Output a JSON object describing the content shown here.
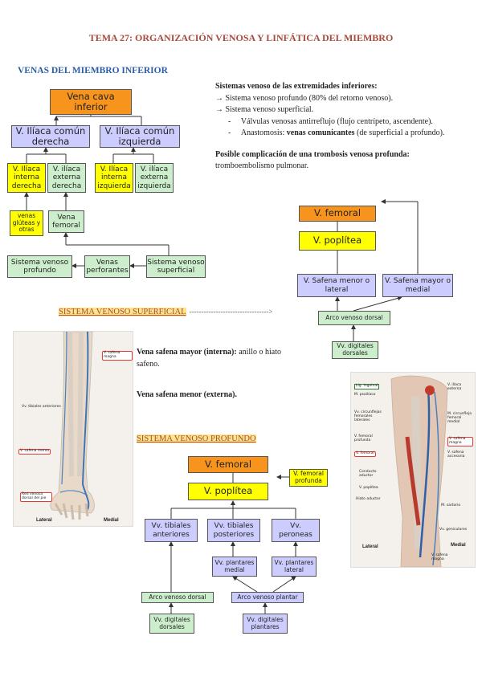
{
  "header": {
    "title": "TEMA 27: ORGANIZACIÓN VENOSA Y LINFÁTICA DEL MIEMBRO",
    "section": "VENAS DEL MIEMBRO INFERIOR"
  },
  "diagram1": {
    "vena_cava": "Vena cava inferior",
    "iliaca_der": "V. Ilíaca común derecha",
    "iliaca_izq": "V. Ilíaca común izquierda",
    "int_der": "V. Ilíaca interna derecha",
    "ext_der": "V. ilíaca externa derecha",
    "int_izq": "V. Ilíaca interna izquierda",
    "ext_izq": "V. ilíaca externa izquierda",
    "gluteas": "venas glúteas y otras",
    "femoral": "Vena femoral",
    "profundo": "Sistema venoso profundo",
    "perforantes": "Venas perforantes",
    "superficial": "Sistema venoso superficial"
  },
  "text": {
    "heading": "Sistemas venoso de las extremidades inferiores:",
    "b1": "→ Sistema venoso profundo (80% del retorno venoso).",
    "b2": "→ Sistema venoso superficial.",
    "d1": "Válvulas venosas antirreflujo (flujo centrípeto, ascendente).",
    "d2_pre": "Anastomosis: ",
    "d2_bold": "venas comunicantes",
    "d2_post": " (de superficial a profundo).",
    "comp_bold": "Posible complicación de una trombosis venosa profunda:",
    "comp": "tromboembolismo pulmonar."
  },
  "diagram2": {
    "femoral": "V. femoral",
    "poplitea": "V. poplítea",
    "safena_menor": "V. Safena menor o lateral",
    "safena_mayor": "V. Safena mayor o medial",
    "arco": "Arco venoso dorsal",
    "digitales": "Vv. digitales dorsales"
  },
  "superficial": {
    "label": "SISTEMA VENOSO SUPERFICIAL",
    "dashes": "--------------------------------->",
    "mayor_bold": "Vena safena mayor (interna):",
    "mayor_rest": " anillo o hiato safeno.",
    "menor": "Vena safena menor (externa)."
  },
  "profundo": {
    "label": "SISTEMA VENOSO PROFUNDO",
    "femoral": "V. femoral",
    "fem_prof": "V. femoral profunda",
    "poplitea": "V. poplítea",
    "tib_ant": "Vv. tibiales anteriores",
    "tib_post": "Vv. tibiales posteriores",
    "peroneas": "Vv. peroneas",
    "plant_med": "Vv. plantares medial",
    "plant_lat": "Vv. plantares lateral",
    "arco_dorsal": "Arco venoso dorsal",
    "arco_plantar": "Arco venoso plantar",
    "dig_dorsales": "Vv. digitales dorsales",
    "dig_plantares": "Vv. digitales plantares"
  },
  "illus1": {
    "safena_magna": "V. safena magna",
    "tibiales": "Vv. tibiales anteriores",
    "safena_menor": "V. safena menor",
    "red_dorsal": "Red venosa dorsal del pie",
    "lateral": "Lateral",
    "medial": "Medial"
  },
  "illus2": {
    "lig_inguinal": "Lig. inguinal",
    "m_psoas": "M. psoilíaco",
    "v_iliaca_ext": "V. ilíaca externa",
    "v_circunfleja": "Vv. circunflejas femorales laterales",
    "v_femoral_prof": "V. femoral profunda",
    "v_femoral": "V. femoral",
    "conducto": "Conducto aductor",
    "v_poplitea": "V. poplítea",
    "hiato": "Hiato aductor",
    "m_circunfleja_med": "M. circunfleja femoral medial",
    "v_safena_magna": "V. safena magna",
    "v_safena_accesoria": "V. safena accesoria",
    "m_sartorio": "M. sartorio",
    "genicular": "Vv. geniculares",
    "lateral": "Lateral",
    "medial": "Medial",
    "safena_bottom": "V. safena magna"
  }
}
